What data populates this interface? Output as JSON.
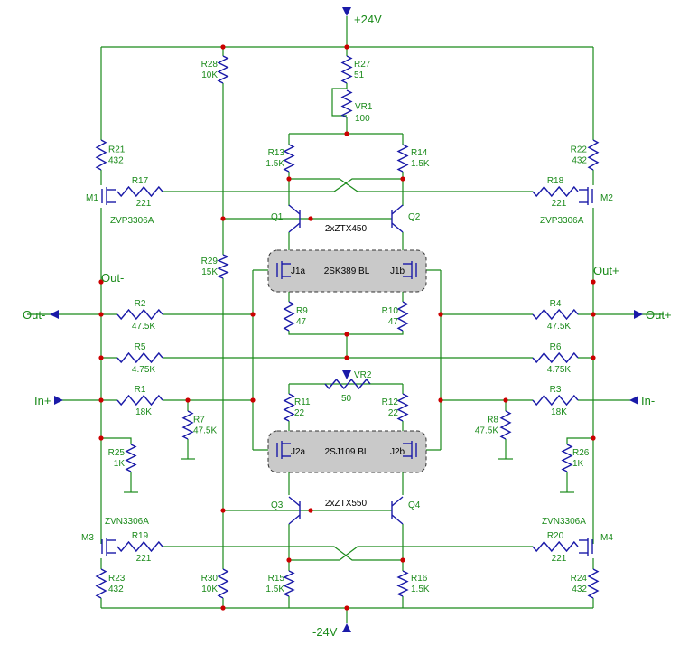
{
  "rails": {
    "pos": "+24V",
    "neg": "-24V"
  },
  "ports": {
    "out_minus": "Out-",
    "out_plus": "Out+",
    "in_plus": "In+",
    "in_minus": "In-"
  },
  "nodes": {
    "out_minus": "Out-",
    "out_plus": "Out+"
  },
  "packages": {
    "top": "2xZTX450",
    "bottom": "2xZTX550",
    "jfet_top": "2SK389 BL",
    "jfet_bottom": "2SJ109 BL"
  },
  "parts": {
    "R27": {
      "ref": "R27",
      "value": "51"
    },
    "VR1": {
      "ref": "VR1",
      "value": "100"
    },
    "R28": {
      "ref": "R28",
      "value": "10K"
    },
    "R29": {
      "ref": "R29",
      "value": "15K"
    },
    "R30": {
      "ref": "R30",
      "value": "10K"
    },
    "R13": {
      "ref": "R13",
      "value": "1.5K"
    },
    "R14": {
      "ref": "R14",
      "value": "1.5K"
    },
    "R15": {
      "ref": "R15",
      "value": "1.5K"
    },
    "R16": {
      "ref": "R16",
      "value": "1.5K"
    },
    "R21": {
      "ref": "R21",
      "value": "432"
    },
    "R22": {
      "ref": "R22",
      "value": "432"
    },
    "R23": {
      "ref": "R23",
      "value": "432"
    },
    "R24": {
      "ref": "R24",
      "value": "432"
    },
    "R17": {
      "ref": "R17",
      "value": "221"
    },
    "R18": {
      "ref": "R18",
      "value": "221"
    },
    "R19": {
      "ref": "R19",
      "value": "221"
    },
    "R20": {
      "ref": "R20",
      "value": "221"
    },
    "R2": {
      "ref": "R2",
      "value": "47.5K"
    },
    "R4": {
      "ref": "R4",
      "value": "47.5K"
    },
    "R5": {
      "ref": "R5",
      "value": "4.75K"
    },
    "R6": {
      "ref": "R6",
      "value": "4.75K"
    },
    "R1": {
      "ref": "R1",
      "value": "18K"
    },
    "R3": {
      "ref": "R3",
      "value": "18K"
    },
    "R7": {
      "ref": "R7",
      "value": "47.5K"
    },
    "R8": {
      "ref": "R8",
      "value": "47.5K"
    },
    "R9": {
      "ref": "R9",
      "value": "47"
    },
    "R10": {
      "ref": "R10",
      "value": "47"
    },
    "R11": {
      "ref": "R11",
      "value": "22"
    },
    "R12": {
      "ref": "R12",
      "value": "22"
    },
    "R25": {
      "ref": "R25",
      "value": "1K"
    },
    "R26": {
      "ref": "R26",
      "value": "1K"
    },
    "VR2": {
      "ref": "VR2",
      "value": "50"
    },
    "M1": {
      "ref": "M1",
      "value": "ZVP3306A"
    },
    "M2": {
      "ref": "M2",
      "value": "ZVP3306A"
    },
    "M3": {
      "ref": "M3",
      "value": "ZVN3306A"
    },
    "M4": {
      "ref": "M4",
      "value": "ZVN3306A"
    },
    "Q1": {
      "ref": "Q1"
    },
    "Q2": {
      "ref": "Q2"
    },
    "Q3": {
      "ref": "Q3"
    },
    "Q4": {
      "ref": "Q4"
    },
    "J1a": {
      "ref": "J1a"
    },
    "J1b": {
      "ref": "J1b"
    },
    "J2a": {
      "ref": "J2a"
    },
    "J2b": {
      "ref": "J2b"
    }
  },
  "colors": {
    "wire": "#1a8a1a",
    "component": "#1a1aa8",
    "junction": "#cc0000",
    "package_fill": "#c9c9c9"
  }
}
